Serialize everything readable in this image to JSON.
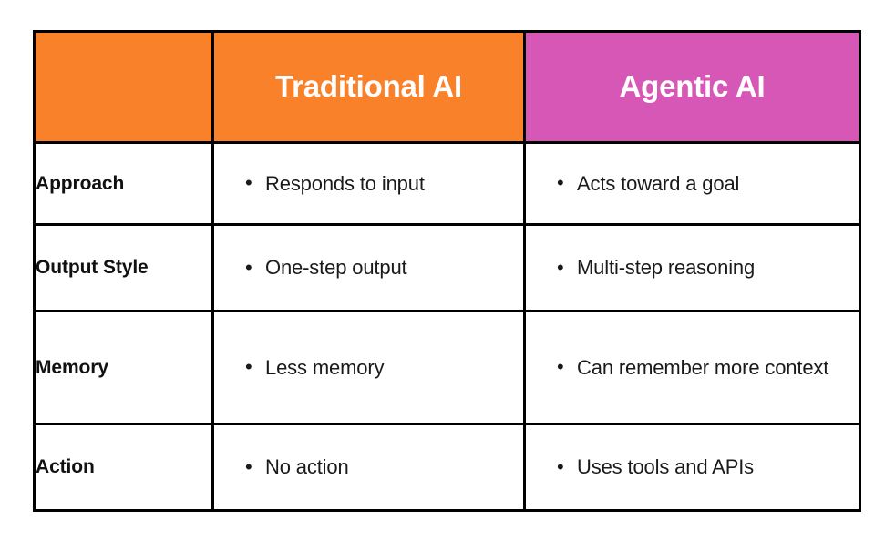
{
  "table": {
    "headers": [
      {
        "label": "",
        "name": "header-blank",
        "bg": "#F9812A"
      },
      {
        "label": "Traditional AI",
        "name": "header-traditional-ai",
        "bg": "#F9812A"
      },
      {
        "label": "Agentic AI",
        "name": "header-agentic-ai",
        "bg": "#D657B5"
      }
    ],
    "rows": [
      {
        "attribute": "Approach",
        "traditional": "Responds to input",
        "agentic": "Acts toward a goal"
      },
      {
        "attribute": "Output Style",
        "traditional": "One-step output",
        "agentic": "Multi-step reasoning"
      },
      {
        "attribute": "Memory",
        "traditional": "Less memory",
        "agentic": "Can remember more context"
      },
      {
        "attribute": "Action",
        "traditional": "No action",
        "agentic": "Uses tools and APIs"
      }
    ]
  },
  "colors": {
    "traditional_header_bg": "#F9812A",
    "agentic_header_bg": "#D657B5",
    "border": "#000000",
    "header_text": "#FFFFFF",
    "body_text": "#1A1A1A",
    "page_bg": "#FFFFFF"
  }
}
